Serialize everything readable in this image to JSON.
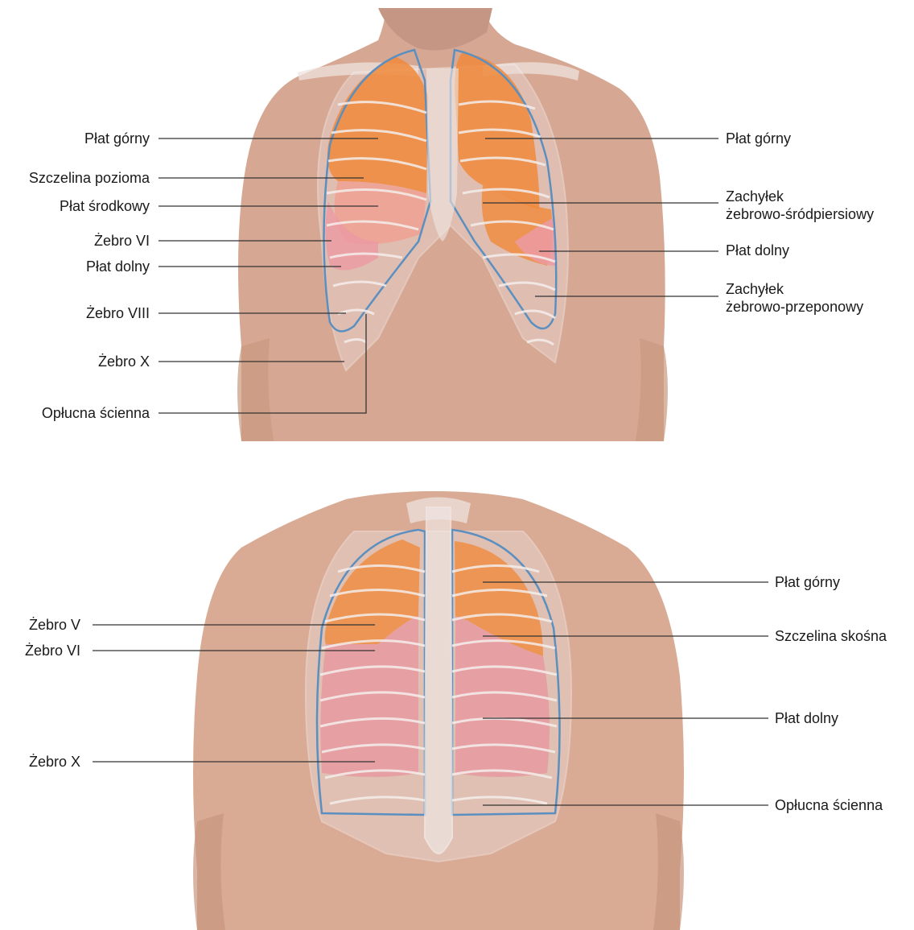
{
  "front": {
    "labels": {
      "left": {
        "upper_lobe": "Płat górny",
        "horizontal_fissure": "Szczelina pozioma",
        "middle_lobe": "Płat środkowy",
        "rib_vi": "Żebro VI",
        "lower_lobe": "Płat dolny",
        "rib_viii": "Żebro VIII",
        "rib_x": "Żebro X",
        "parietal_pleura": "Opłucna ścienna"
      },
      "right": {
        "upper_lobe": "Płat górny",
        "costomediastinal_recess_line1": "Zachyłek",
        "costomediastinal_recess_line2": "żebrowo-śródpiersiowy",
        "lower_lobe": "Płat dolny",
        "costodiaphragmatic_recess_line1": "Zachyłek",
        "costodiaphragmatic_recess_line2": "żebrowo-przeponowy"
      }
    }
  },
  "back": {
    "labels": {
      "left": {
        "rib_v": "Żebro V",
        "rib_vi": "Żebro VI",
        "rib_x": "Żebro X"
      },
      "right": {
        "upper_lobe": "Płat górny",
        "oblique_fissure": "Szczelina skośna",
        "lower_lobe": "Płat dolny",
        "parietal_pleura": "Opłucna ścienna"
      }
    }
  },
  "colors": {
    "skin": "#d9ad98",
    "skin_shadow": "#c2917b",
    "upper_lobe": "#f08a3c",
    "middle_lobe": "#ef9f90",
    "lower_lobe": "#e79aa0",
    "pleura_line": "#5b8fc0",
    "rib_outline": "#f4ecea",
    "leader_line": "#333333"
  }
}
